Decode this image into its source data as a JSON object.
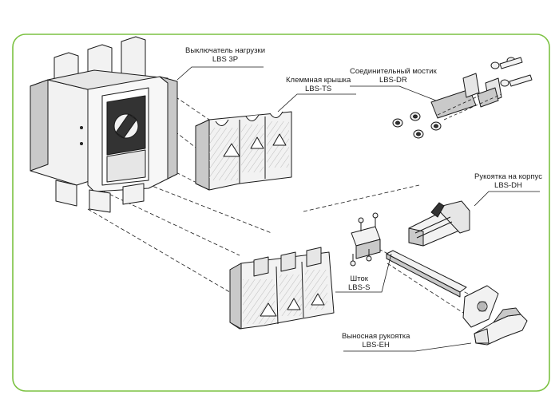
{
  "frame": {
    "border_color": "#7cc242",
    "line_color": "#1a1a1a",
    "part_color": "#f2f2f2",
    "shade_color": "#c9c9c9",
    "dark_color": "#333333"
  },
  "labels": {
    "switch": {
      "name": "Выключатель нагрузки",
      "code": "LBS 3P"
    },
    "terminal_cover": {
      "name": "Клеммная крышка",
      "code": "LBS-TS"
    },
    "bridge": {
      "name": "Соединительный мостик",
      "code": "LBS-DR"
    },
    "panel_handle": {
      "name": "Рукоятка на корпус",
      "code": "LBS-DH"
    },
    "shaft": {
      "name": "Шток",
      "code": "LBS-S"
    },
    "remote_handle": {
      "name": "Выносная рукоятка",
      "code": "LBS-EH"
    }
  }
}
